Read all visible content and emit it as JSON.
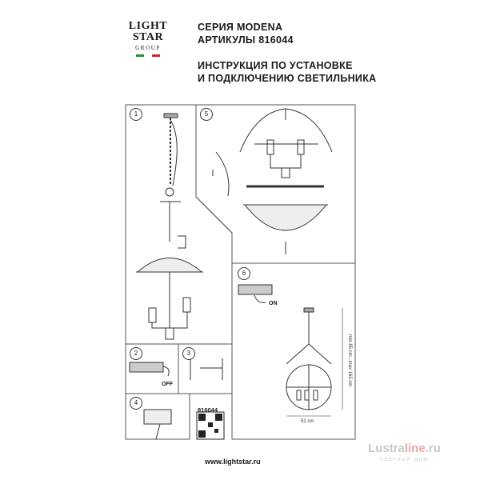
{
  "logo": {
    "line1": "LIGHT",
    "line2": "STAR",
    "line3": "GROUP",
    "flag_colors": [
      "#2d8a3a",
      "#ffffff",
      "#c8282e"
    ]
  },
  "header": {
    "series": "СЕРИЯ MODENA",
    "articles": "АРТИКУЛЫ 816044",
    "title_line1": "ИНСТРУКЦИЯ ПО УСТАНОВКЕ",
    "title_line2": "И ПОДКЛЮЧЕНИЮ СВЕТИЛЬНИКА"
  },
  "steps": [
    "1",
    "2",
    "3",
    "4",
    "5",
    "6"
  ],
  "labels": {
    "off": "OFF",
    "on": "ON",
    "article": "816044"
  },
  "dimensions": {
    "height": "min 85 cm...max 165 cm",
    "width": "51 cm"
  },
  "footer": {
    "url": "www.lightstar.ru"
  },
  "watermark": {
    "brand_a": "Lustra",
    "brand_b": "line",
    "brand_c": ".ru",
    "tagline": "светлый дом"
  }
}
